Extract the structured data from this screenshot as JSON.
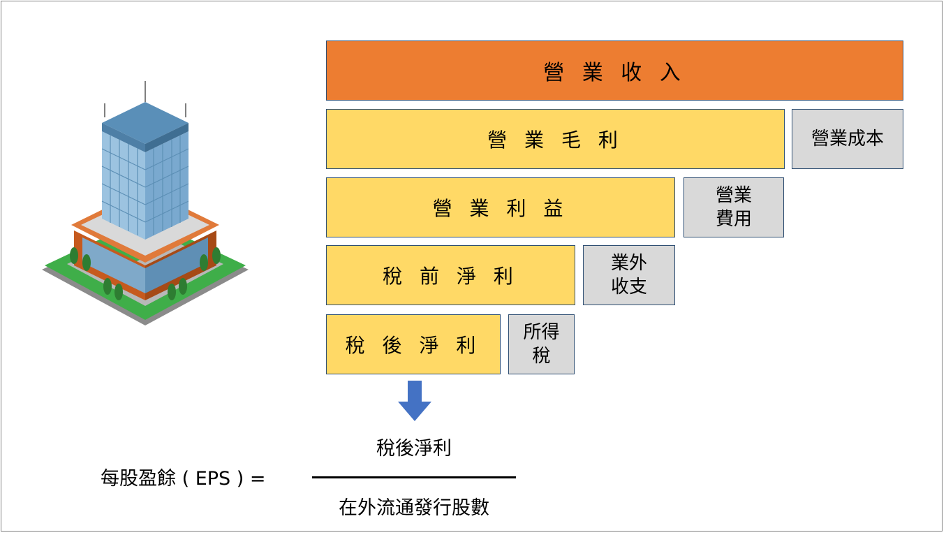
{
  "diagram": {
    "revenue": "營 業 收 入",
    "gross_profit": "營 業 毛 利",
    "operating_cost": "營業成本",
    "operating_income": "營 業 利 益",
    "operating_expense": "營業\n費用",
    "pretax_income": "稅 前 淨 利",
    "non_operating": "業外\n收支",
    "net_income": "稅 後 淨 利",
    "income_tax": "所得\n稅"
  },
  "formula": {
    "label": "每股盈餘 ( EPS ) =",
    "numerator": "稅後淨利",
    "denominator": "在外流通發行股數"
  },
  "colors": {
    "revenue": "#ed7d31",
    "profit": "#ffd966",
    "cost": "#d9d9d9",
    "arrow": "#4472c4"
  },
  "icons": {
    "building": "office-building-icon",
    "arrow": "arrow-down-icon"
  }
}
